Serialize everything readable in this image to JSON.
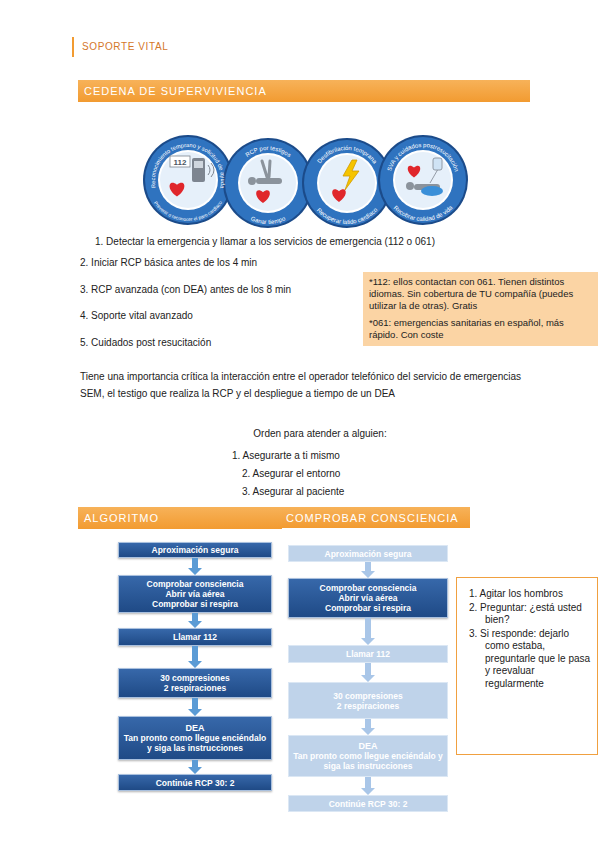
{
  "diagram": {
    "title": "SOPORTE VITAL",
    "nodes": [
      {
        "text": [
          "CEDENA DE SUPERVIVIENCIA"
        ]
      },
      {
        "text": [
          "*112: ellos contactan con 061. Tienen distintos idiomas. Sin cobertura de TU compañía (puedes utilizar la de otras). Gratis",
          "*061: emergencias sanitarias en español, más rápido. Con coste"
        ]
      },
      {
        "text": [
          "ALGORITMO"
        ]
      },
      {
        "text": [
          "COMPROBAR CONSCIENCIA"
        ]
      },
      {
        "text": [
          "Aproximación segura"
        ]
      },
      {
        "text": [
          "Comprobar consciencia",
          "Abrir vía aérea",
          "Comprobar si respira"
        ]
      },
      {
        "text": [
          "Llamar 112"
        ]
      },
      {
        "text": [
          "30 compresiones",
          "2 respiraciones"
        ]
      },
      {
        "text": [
          "DEA",
          "Tan pronto como llegue enciéndalo y siga las instrucciones"
        ]
      },
      {
        "text": [
          "Continúe RCP 30: 2"
        ]
      },
      {
        "text": [
          "Aproximación segura"
        ]
      },
      {
        "text": [
          "Comprobar consciencia",
          "Abrir vía aérea",
          "Comprobar si respira"
        ]
      },
      {
        "text": [
          "Llamar 112"
        ]
      },
      {
        "text": [
          "30 compresiones",
          "2 respiraciones"
        ]
      },
      {
        "text": [
          "DEA",
          "Tan pronto como llegue enciéndalo y siga las instrucciones"
        ]
      },
      {
        "text": [
          "Continúe RCP 30: 2"
        ]
      },
      {
        "text": [
          "1. Agitar los hombros",
          "2. Preguntar: ¿está usted bien?",
          "3. Si responde: dejarlo como estaba, preguntarle que le pasa y reevaluar regularmente"
        ]
      }
    ],
    "edges": [
      {
        "from": 4,
        "to": 5,
        "arrow": "to"
      },
      {
        "from": 5,
        "to": 6,
        "arrow": "to"
      },
      {
        "from": 6,
        "to": 7,
        "arrow": "to"
      },
      {
        "from": 7,
        "to": 8,
        "arrow": "to"
      },
      {
        "from": 8,
        "to": 9,
        "arrow": "to"
      },
      {
        "from": 10,
        "to": 11,
        "arrow": "to"
      },
      {
        "from": 11,
        "to": 12,
        "arrow": "to"
      },
      {
        "from": 12,
        "to": 13,
        "arrow": "to"
      },
      {
        "from": 13,
        "to": 14,
        "arrow": "to"
      },
      {
        "from": 14,
        "to": 15,
        "arrow": "to"
      }
    ],
    "labels": [
      "112",
      "Reconocimiento temprano y solicitud de ayuda",
      "Prevenir o reconocer el paro cardíaco",
      "RCP por testigos",
      "Ganar tiempo",
      "Desfibrilación temprana",
      "Recuperar latido cardíaco",
      "SVA y cuidados postresucitación",
      "Recobrar calidad de vida",
      "1. Detectar la emergencia y llamar a los servicios de emergencia (112 o 061)",
      "2. Iniciar RCP básica antes de los 4 min",
      "3. RCP avanzada (con DEA) antes de los 8 min",
      "4. Soporte vital avanzado",
      "5. Cuidados post resucitación",
      "Tiene una importancia crítica la interacción entre el operador telefónico del servicio de emergencias SEM, el testigo que realiza la RCP y el despliegue a tiempo de un DEA",
      "Orden para atender a alguien:",
      "1. Asegurarte a ti mismo",
      "2. Asegurar el entorno",
      "3. Asegurar al paciente"
    ]
  }
}
